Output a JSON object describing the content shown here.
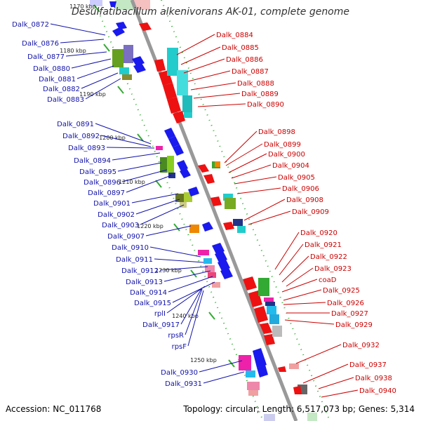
{
  "title": "Desulfatibacillum alkenivorans AK-01, complete genome",
  "footer": {
    "accession": "Accession: NC_011768",
    "topology": "Topology: circular; Length: 6,517,073 bp; Genes: 5,314"
  },
  "kbp_marks": [
    "1170 kbp",
    "1180 kbp",
    "1190 kbp",
    "1200 kbp",
    "1210 kbp",
    "1220 kbp",
    "1230 kbp",
    "1240 kbp",
    "1250 kbp"
  ],
  "left_labels": [
    "Dalk_0872",
    "Dalk_0876",
    "Dalk_0877",
    "Dalk_0880",
    "Dalk_0881",
    "Dalk_0882",
    "Dalk_0883",
    "Dalk_0891",
    "Dalk_0892",
    "Dalk_0893",
    "Dalk_0894",
    "Dalk_0895",
    "Dalk_0896",
    "Dalk_0897",
    "Dalk_0901",
    "Dalk_0902",
    "Dalk_0903",
    "Dalk_0907",
    "Dalk_0910",
    "Dalk_0911",
    "Dalk_0912",
    "Dalk_0913",
    "Dalk_0914",
    "Dalk_0915",
    "rplI",
    "Dalk_0917",
    "rpsR",
    "rpsF",
    "Dalk_0930",
    "Dalk_0931"
  ],
  "right_labels": [
    "Dalk_0884",
    "Dalk_0885",
    "Dalk_0886",
    "Dalk_0887",
    "Dalk_0888",
    "Dalk_0889",
    "Dalk_0890",
    "Dalk_0898",
    "Dalk_0899",
    "Dalk_0900",
    "Dalk_0904",
    "Dalk_0905",
    "Dalk_0906",
    "Dalk_0908",
    "Dalk_0909",
    "Dalk_0920",
    "Dalk_0921",
    "Dalk_0922",
    "Dalk_0923",
    "coaD",
    "Dalk_0925",
    "Dalk_0926",
    "Dalk_0927",
    "Dalk_0929",
    "Dalk_0932",
    "Dalk_0937",
    "Dalk_0938",
    "Dalk_0940"
  ],
  "colors": {
    "backbone": "#999999",
    "left_label": "#1111aa",
    "right_label": "#cc0000",
    "forward_gene": "#1a1aee",
    "reverse_gene": "#ee1111",
    "tick": "#33aa33"
  }
}
